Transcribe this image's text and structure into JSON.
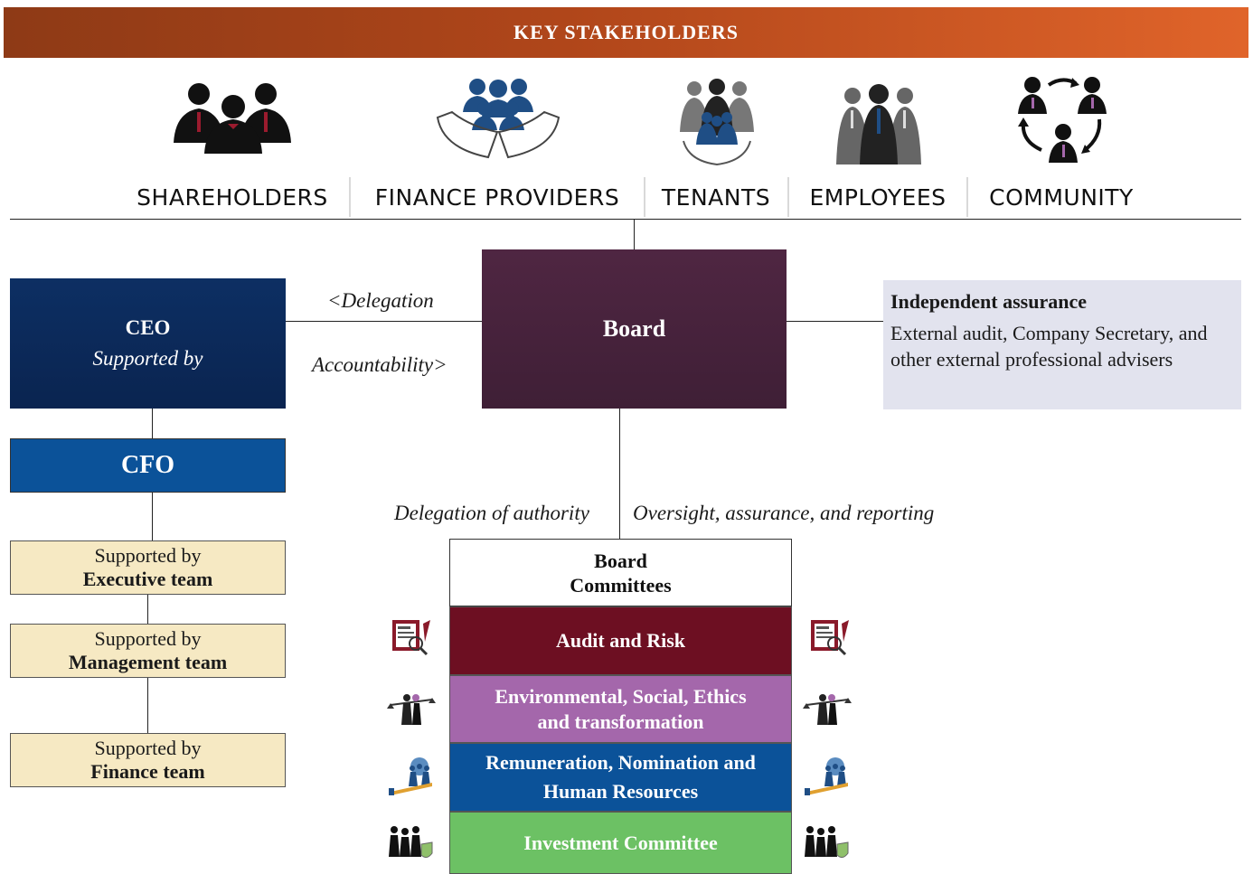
{
  "banner": {
    "title": "KEY STAKEHOLDERS"
  },
  "stakeholders": [
    "SHAREHOLDERS",
    "FINANCE PROVIDERS",
    "TENANTS",
    "EMPLOYEES",
    "COMMUNITY"
  ],
  "ceo": {
    "title": "CEO",
    "subtitle": "Supported by"
  },
  "cfo": {
    "title": "CFO"
  },
  "support": [
    {
      "prefix": "Supported by",
      "team": "Executive team"
    },
    {
      "prefix": "Supported by",
      "team": "Management team"
    },
    {
      "prefix": "Supported by",
      "team": "Finance team"
    }
  ],
  "links": {
    "delegation": "<Delegation",
    "accountability": "Accountability>",
    "delegation_of_authority": "Delegation of authority",
    "oversight": "Oversight, assurance, and reporting"
  },
  "board": {
    "title": "Board"
  },
  "assurance": {
    "heading": "Independent assurance",
    "body": "External audit, Company Secretary, and other external professional advisers"
  },
  "committees": {
    "heading_line1": "Board",
    "heading_line2": "Committees",
    "items": [
      {
        "label": "Audit and Risk",
        "color": "#6d0f22"
      },
      {
        "label": "Environmental, Social, Ethics and transformation",
        "color": "#a467ab"
      },
      {
        "label": "Remuneration, Nomination and Human Resources",
        "color": "#0b5299"
      },
      {
        "label": "Investment Committee",
        "color": "#6cc164"
      }
    ]
  },
  "colors": {
    "banner_start": "#8e3a16",
    "banner_end": "#e0642a",
    "ceo": "#0d2f63",
    "cfo": "#0b5299",
    "board": "#4a2340",
    "support_box": "#f6e9c3",
    "assurance_box": "#e2e3ee"
  },
  "icons": [
    "people-group-icon",
    "hands-holding-people-icon",
    "tenants-group-icon",
    "employees-group-icon",
    "community-cycle-icon",
    "audit-document-icon",
    "ethics-scale-icon",
    "hr-team-icon",
    "investment-team-icon"
  ]
}
